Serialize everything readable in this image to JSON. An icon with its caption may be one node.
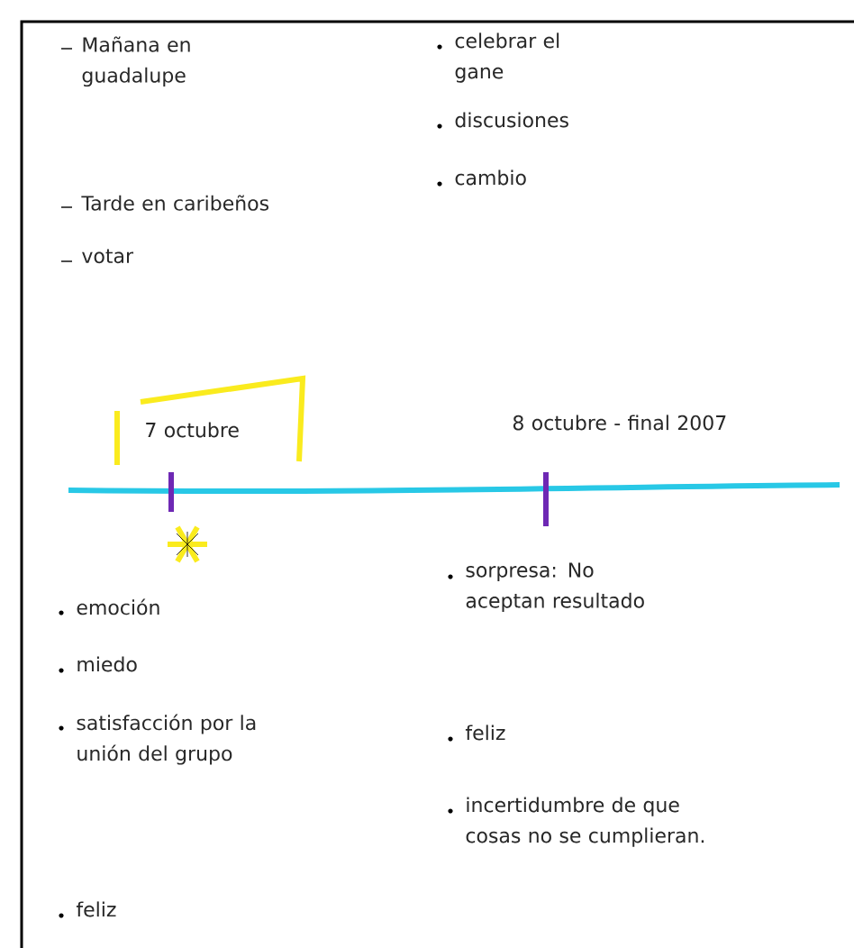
{
  "diagram": {
    "labels": [
      "Mañana en guadalupe",
      "Tarde en caribeños",
      "votar",
      "celebrar el gane",
      "discusiones",
      "cambio",
      "7 octubre",
      "8 octubre - final 2007",
      "emoción",
      "miedo",
      "satisfacción por la unión del grupo",
      "feliz",
      "sorpresa: No aceptan resultado",
      "feliz",
      "incertidumbre de que cosas no se cumplieran."
    ]
  }
}
